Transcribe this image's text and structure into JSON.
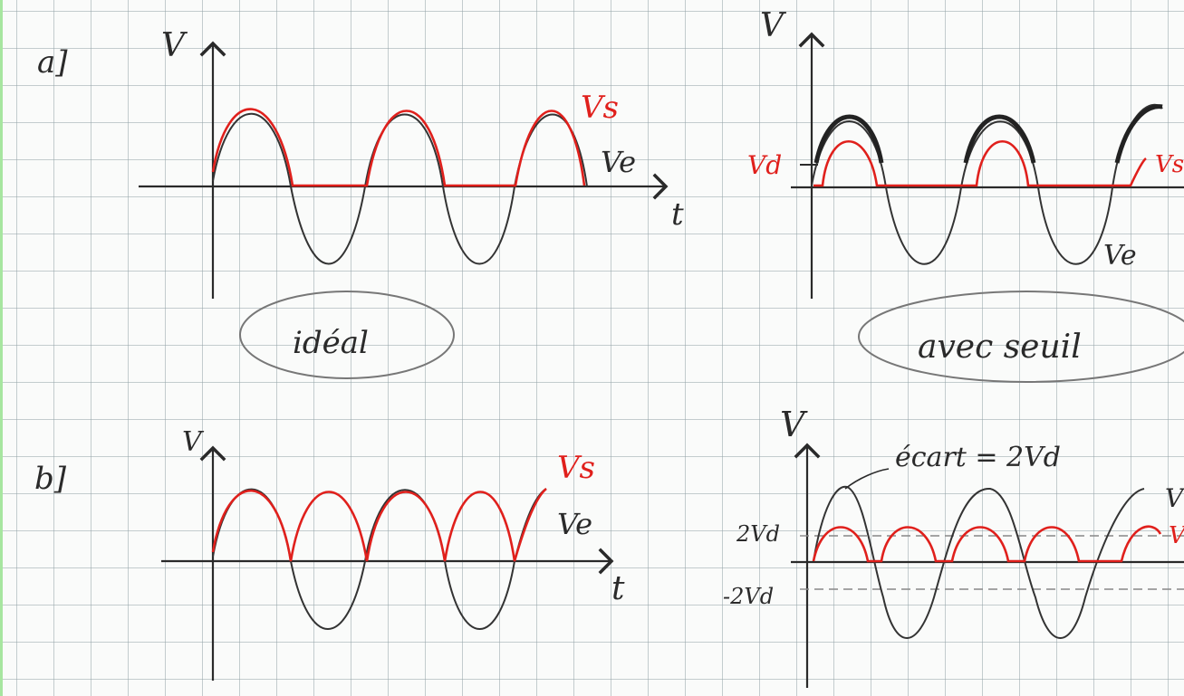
{
  "colors": {
    "ink": "#2a2a2a",
    "red": "#e0201c",
    "grid": "#9fb0b4",
    "margin": "#a7e6a0"
  },
  "panel_a": {
    "label": "a]",
    "ideal": {
      "axis_v": "V",
      "axis_t": "t",
      "vs": "Vs",
      "ve": "Ve",
      "caption": "idéal"
    },
    "seuil": {
      "axis_v": "V",
      "vd": "Vd",
      "vs": "Vs",
      "ve": "Ve",
      "caption": "avec seuil"
    }
  },
  "panel_b": {
    "label": "b]",
    "ideal": {
      "axis_v": "V",
      "axis_t": "t",
      "vs": "Vs",
      "ve": "Ve"
    },
    "seuil": {
      "axis_v": "V",
      "ecart": "écart = 2Vd",
      "two_vd": "2Vd",
      "minus_two_vd": "-2Vd",
      "ve": "V",
      "vs": "V"
    }
  }
}
